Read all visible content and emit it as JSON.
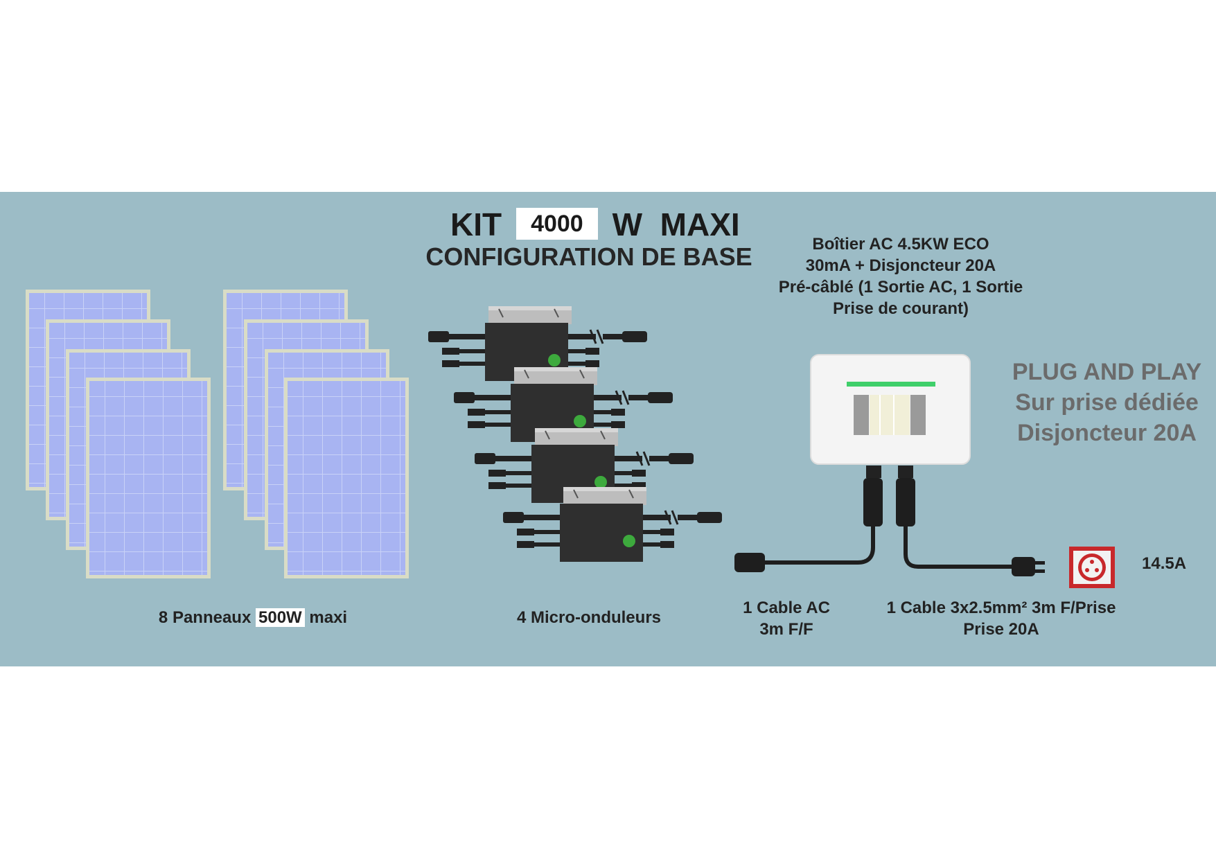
{
  "title": {
    "prefix": "KIT",
    "power": "4000",
    "suffix": "W  MAXI"
  },
  "subtitle": "CONFIGURATION DE BASE",
  "ac_box": {
    "lines": [
      "Boîtier AC 4.5KW ECO",
      "30mA + Disjoncteur 20A",
      "Pré-câblé (1 Sortie AC, 1 Sortie",
      "Prise de courant)"
    ]
  },
  "plug_and_play": [
    "PLUG AND PLAY",
    "Sur prise dédiée",
    "Disjoncteur 20A"
  ],
  "panels": {
    "label_prefix": "8 Panneaux",
    "label_highlight": "500W",
    "label_suffix": "maxi",
    "count": 8
  },
  "inverters": {
    "label": "4 Micro-onduleurs",
    "count": 4
  },
  "cable_ac": {
    "line1": "1 Cable AC",
    "line2": "3m F/F"
  },
  "cable_prise": {
    "line1": "1 Cable 3x2.5mm² 3m F/Prise",
    "line2": "Prise 20A"
  },
  "current": "14.5A",
  "colors": {
    "background": "#9cbcc6",
    "panel_cell": "#a8b4f2",
    "panel_frame": "#d9dcc6",
    "inverter_body": "#2f2f2f",
    "led": "#3fbf3f",
    "socket": "#c8282b",
    "breaker_bar": "#3fcf6a"
  },
  "icons": [
    "solar-panel-icon",
    "micro-inverter-icon",
    "ac-box-icon",
    "plug-icon",
    "socket-icon"
  ]
}
